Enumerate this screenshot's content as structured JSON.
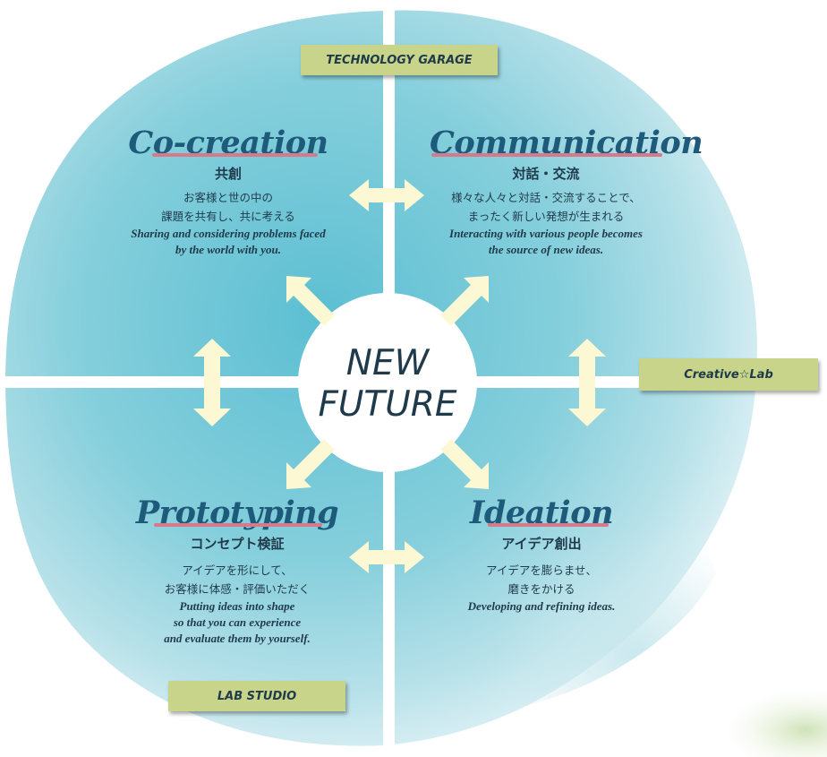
{
  "center": {
    "line1": "NEW",
    "line2": "FUTURE"
  },
  "quadrants": {
    "cocreation": {
      "title": "Co-creation",
      "jp_title": "共創",
      "jp_desc_1": "お客様と世の中の",
      "jp_desc_2": "課題を共有し、共に考える",
      "en_desc_1": "Sharing and considering problems faced",
      "en_desc_2": "by  the world with you."
    },
    "communication": {
      "title": "Communication",
      "jp_title": "対話・交流",
      "jp_desc_1": "様々な人々と対話・交流することで、",
      "jp_desc_2": "まったく新しい発想が生まれる",
      "en_desc_1": "Interacting with various people becomes",
      "en_desc_2": "the source of new ideas."
    },
    "prototyping": {
      "title": "Prototyping",
      "jp_title": "コンセプト検証",
      "jp_desc_1": "アイデアを形にして、",
      "jp_desc_2": "お客様に体感・評価いただく",
      "en_desc_1": "Putting  ideas into shape",
      "en_desc_2": "so that you can experience",
      "en_desc_3": "and evaluate them by yourself."
    },
    "ideation": {
      "title": "Ideation",
      "jp_title": "アイデア創出",
      "jp_desc_1": "アイデアを膨らませ、",
      "jp_desc_2": "磨きをかける",
      "en_desc_1": "Developing and refining ideas."
    }
  },
  "tags": {
    "technology_garage": "TECHNOLOGY GARAGE",
    "creative_lab": "Creative☆Lab",
    "lab_studio": "LAB STUDIO"
  },
  "colors": {
    "circle_light": "#cfe9ee",
    "circle_mid": "#a4d6e3",
    "circle_dark": "#6fc1d4",
    "arrow_fill": "#fdf8d4",
    "tag_fill": "#c7d48a",
    "title_color": "#1e5a7a",
    "accent_underline": "#d6798b"
  }
}
